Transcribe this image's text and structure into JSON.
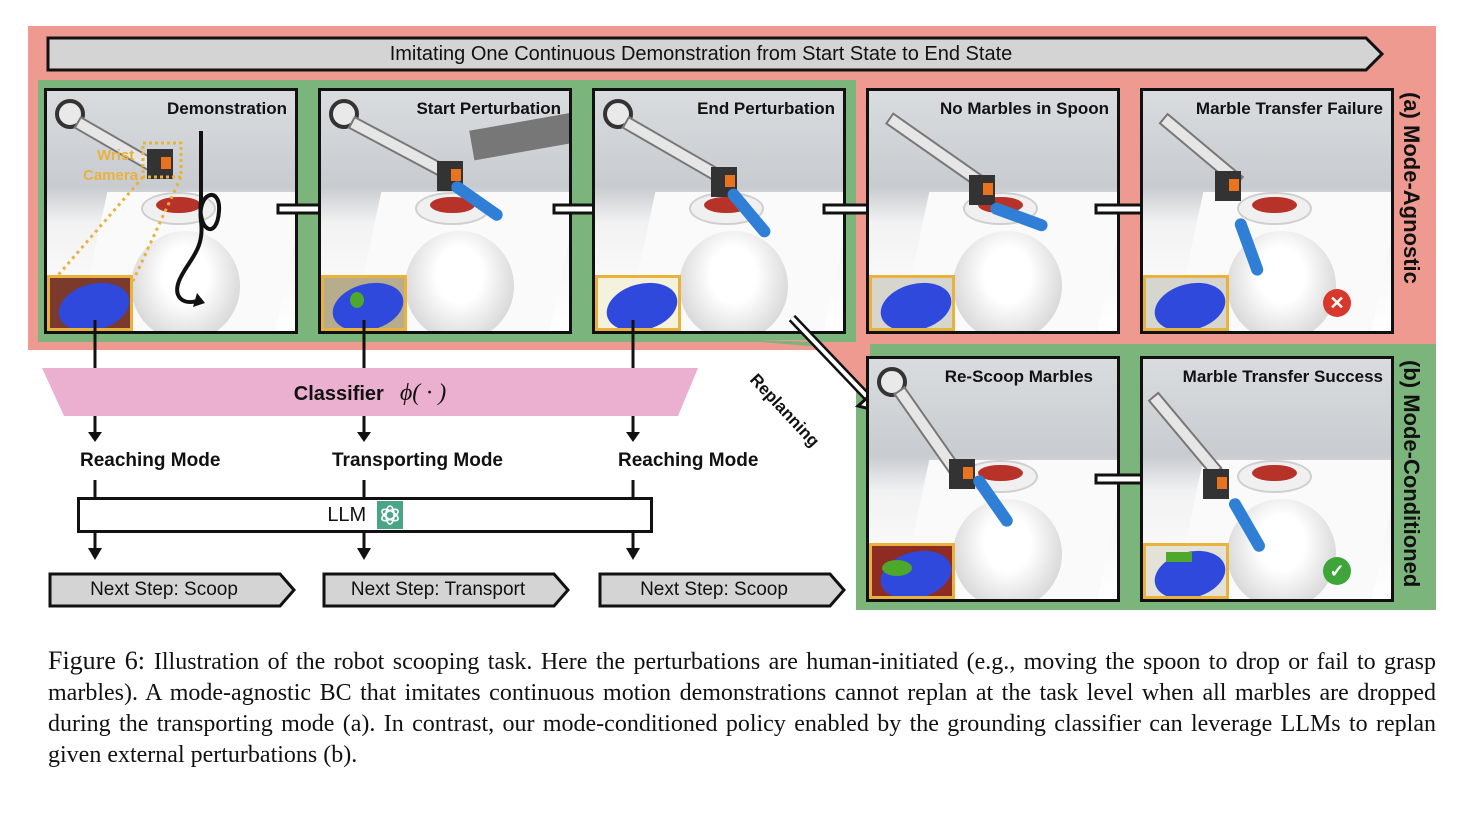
{
  "banner": {
    "text": "Imitating One Continuous Demonstration from Start State to End State"
  },
  "panels": {
    "demonstration": {
      "title": "Demonstration",
      "annotation_line1": "Wrist",
      "annotation_line2": "Camera"
    },
    "start_perturbation": {
      "title": "Start Perturbation"
    },
    "end_perturbation": {
      "title": "End Perturbation"
    },
    "no_marbles": {
      "title": "No Marbles in Spoon"
    },
    "transfer_failure": {
      "title": "Marble Transfer Failure",
      "status": "failure"
    },
    "rescoop": {
      "title": "Re-Scoop Marbles"
    },
    "transfer_success": {
      "title": "Marble Transfer Success",
      "status": "success"
    }
  },
  "side_labels": {
    "a": "(a) Mode-Agnostic",
    "b": "(b) Mode-Conditioned"
  },
  "replanning_label": "Replanning",
  "classifier": {
    "label": "Classifier",
    "symbol": "ϕ( · )"
  },
  "modes": [
    "Reaching Mode",
    "Transporting Mode",
    "Reaching Mode"
  ],
  "llm": {
    "label": "LLM",
    "icon": "openai-logo-icon"
  },
  "next_steps": [
    "Next Step: Scoop",
    "Next Step: Transport",
    "Next Step: Scoop"
  ],
  "status_icons": {
    "failure": "✕",
    "success": "✓"
  },
  "colors": {
    "mode_agnostic_bg": "#ef9a90",
    "mode_conditioned_bg": "#7cb57c",
    "classifier_fill": "#ebafd0",
    "banner_fill": "#d4d4d4",
    "wrist_camera": "#e9b23c",
    "failure": "#d8382b",
    "success": "#3fa53a",
    "llm_logo": "#4aa586"
  },
  "caption": {
    "label": "Figure 6:",
    "text": "Illustration of the robot scooping task. Here the perturbations are human-initiated (e.g., moving the spoon to drop or fail to grasp marbles). A mode-agnostic BC that imitates continuous motion demonstrations cannot replan at the task level when all marbles are dropped during the transporting mode (a).  In contrast, our mode-conditioned policy enabled by the grounding classifier can leverage LLMs to replan given external perturbations (b)."
  }
}
